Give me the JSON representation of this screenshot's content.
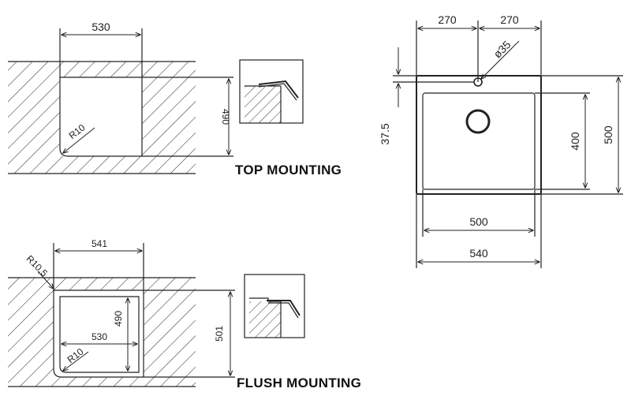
{
  "top_mounting": {
    "heading": "TOP MOUNTING",
    "width_label": "530",
    "height_label": "490",
    "radius_label": "R10"
  },
  "flush_mounting": {
    "heading": "FLUSH MOUNTING",
    "outer_width_label": "541",
    "inner_width_label": "530",
    "outer_height_label": "501",
    "inner_height_label": "490",
    "outer_radius_label": "R10,5",
    "inner_radius_label": "R10"
  },
  "sink_plan": {
    "left_offset_label": "270",
    "right_offset_label": "270",
    "tap_hole_label": "ø35",
    "tap_offset_label": "37.5",
    "bowl_depth_label": "400",
    "overall_depth_label": "500",
    "bowl_width_label": "500",
    "overall_width_label": "540"
  },
  "colors": {
    "line": "#222222",
    "background": "#ffffff"
  }
}
